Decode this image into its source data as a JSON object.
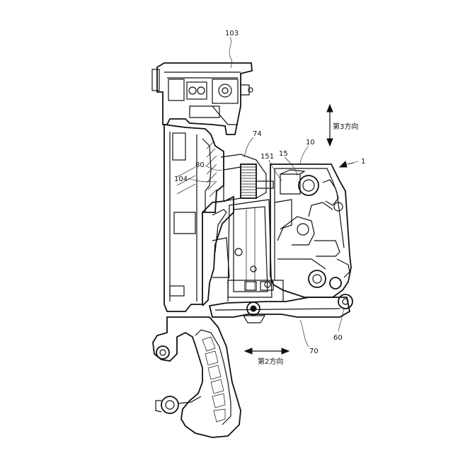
{
  "figure": {
    "labels": {
      "l103": "103",
      "l74": "74",
      "l10": "10",
      "l1": "1",
      "l151": "151",
      "l15": "15",
      "l80": "80",
      "l104": "104",
      "l70": "70",
      "l60": "60"
    },
    "directions": {
      "third": "第3方向",
      "second": "第2方向"
    }
  }
}
